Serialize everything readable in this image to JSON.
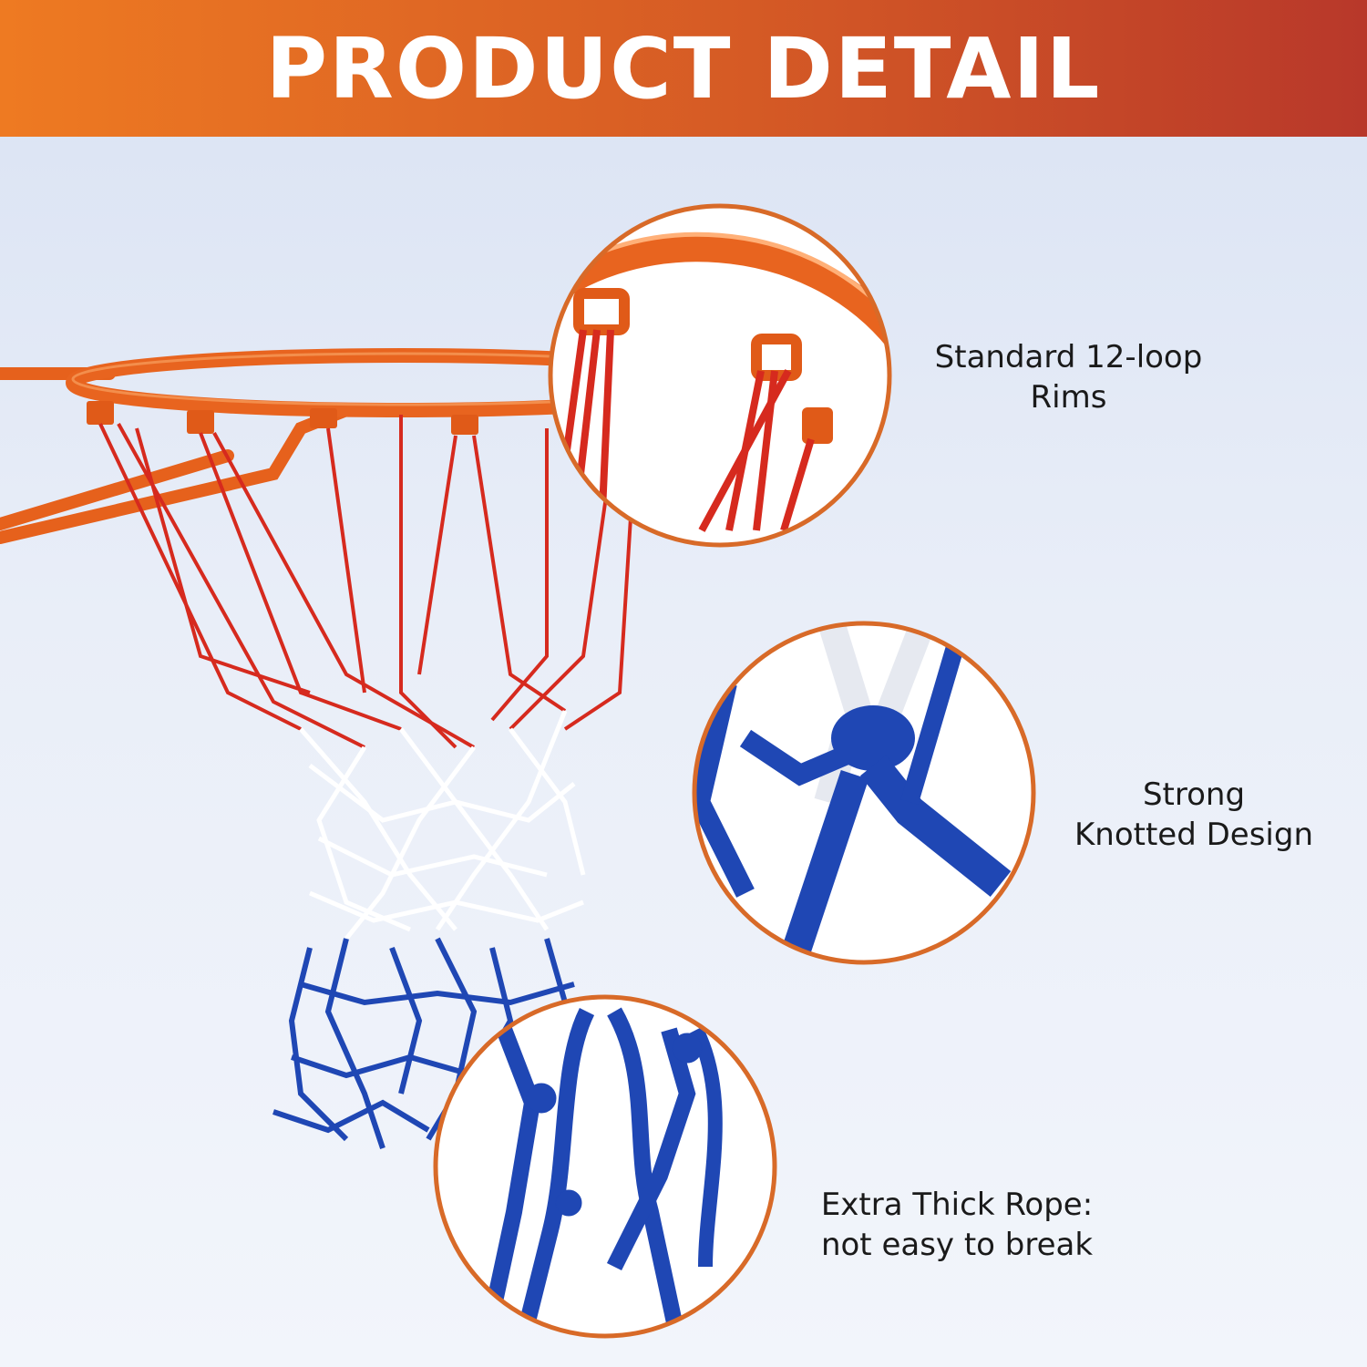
{
  "banner": {
    "title": "PRODUCT DETAIL"
  },
  "features": [
    {
      "line1": "Standard 12-loop",
      "line2": "Rims"
    },
    {
      "line1": "Strong",
      "line2": "Knotted Design"
    },
    {
      "line1": "Extra Thick Rope:",
      "line2": "not easy to break"
    }
  ],
  "colors": {
    "banner_start": "#ee7a22",
    "banner_end": "#b8382a",
    "rim": "#e8641f",
    "net_red": "#d62a1e",
    "net_white": "#ffffff",
    "net_blue": "#1f47b4",
    "circle_border": "#d86a28"
  }
}
